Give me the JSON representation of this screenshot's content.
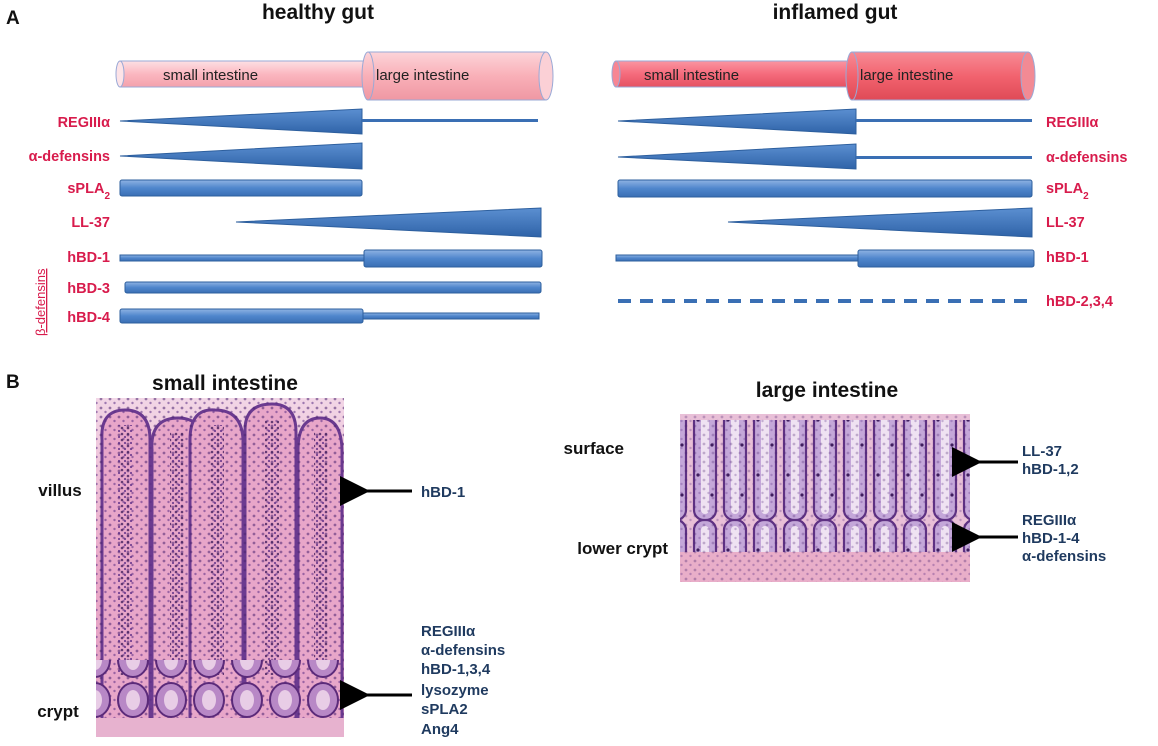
{
  "panel_a": {
    "letter": "A",
    "healthy": {
      "title": "healthy gut",
      "small_label": "small intestine",
      "large_label": "large intestine",
      "small_color": "#fbb7c0",
      "large_color": "#f9b0b8"
    },
    "inflamed": {
      "title": "inflamed gut",
      "small_label": "small intestine",
      "large_label": "large intestine",
      "small_color": "#f56b7c",
      "large_color": "#f2636f"
    },
    "peptides": {
      "regiii": "REGIIIα",
      "alpha_def": "α-defensins",
      "spla": "sPLA",
      "spla_sub": "2",
      "ll37": "LL-37",
      "hbd1": "hBD-1",
      "hbd3": "hBD-3",
      "hbd4": "hBD-4",
      "hbd234": "hBD-2,3,4",
      "beta_group": "β-defensins"
    }
  },
  "panel_b": {
    "letter": "B",
    "small": {
      "title": "small intestine",
      "villus": "villus",
      "crypt": "crypt",
      "villus_expr": [
        "hBD-1"
      ],
      "crypt_expr": [
        "REGIIIα",
        "α-defensins",
        "hBD-1,3,4",
        "lysozyme",
        "sPLA2",
        "Ang4"
      ]
    },
    "large": {
      "title": "large intestine",
      "surface": "surface",
      "lower_crypt": "lower crypt",
      "surface_expr": [
        "LL-37",
        "hBD-1,2"
      ],
      "crypt_expr": [
        "REGIIIα",
        "hBD-1-4",
        "α-defensins"
      ]
    }
  },
  "colors": {
    "peptide_label": "#d81b4c",
    "expression_label": "#1f3a5f",
    "bar_blue": "#4a7fc4",
    "histology_pink": "#e7a9c6",
    "histology_purple": "#6a3c8f"
  }
}
